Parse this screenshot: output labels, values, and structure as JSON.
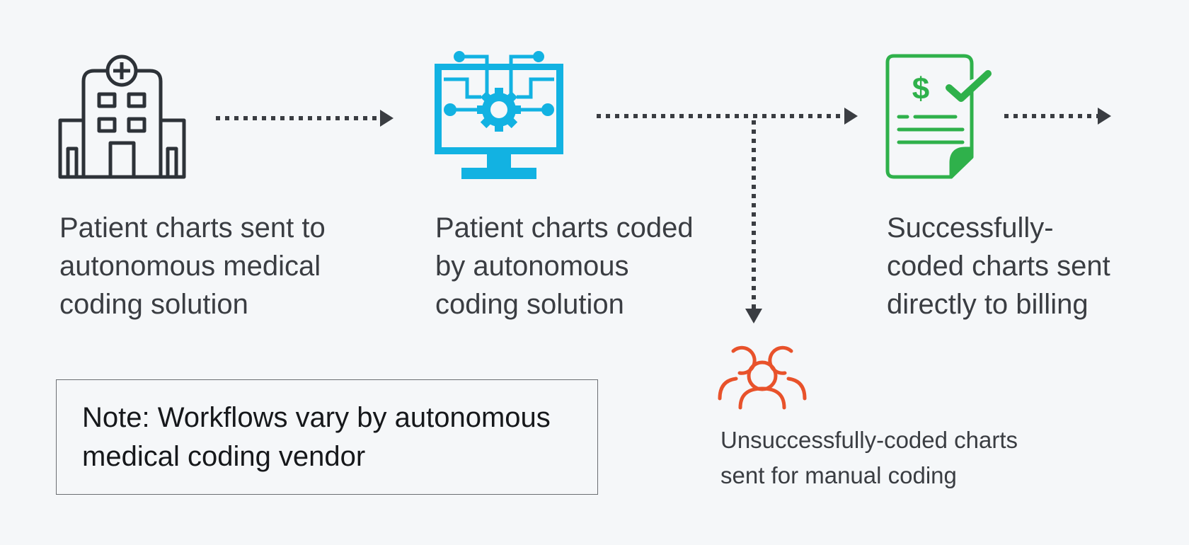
{
  "steps": [
    {
      "label": "Patient charts sent to\nautonomous medical\ncoding solution",
      "icon": "hospital-icon",
      "color": "#2d3238"
    },
    {
      "label": "Patient charts coded\nby autonomous\ncoding solution",
      "icon": "computer-circuit-icon",
      "color": "#12b2e2"
    },
    {
      "label": "Successfully-\ncoded charts sent\ndirectly to billing",
      "icon": "invoice-check-icon",
      "color": "#2fb14b"
    }
  ],
  "branch": {
    "label": "Unsuccessfully-coded charts\nsent for manual coding",
    "icon": "team-icon",
    "color": "#e8522b"
  },
  "note": {
    "text": "Note: Workflows vary by autonomous\nmedical coding vendor"
  },
  "colors": {
    "background": "#f5f7f9",
    "text": "#3a3d42",
    "arrow": "#3a3d42"
  }
}
